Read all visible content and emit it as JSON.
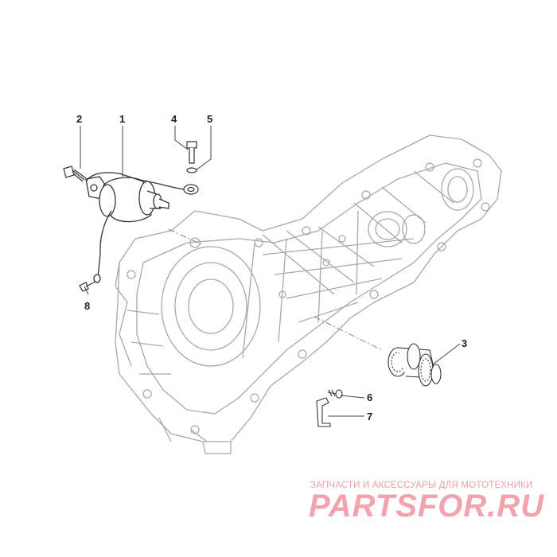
{
  "parts": {
    "starter_motor": "1",
    "screw_starter": "2",
    "gear_assembly": "3",
    "bolt_top": "4",
    "washer": "5",
    "screw_clip": "6",
    "clip": "7",
    "screw_cable": "8"
  },
  "watermark": {
    "tagline": "ЗАПЧАСТИ И АКСЕССУАРЫ ДЛЯ МОТОТЕХНИКИ",
    "brand": "PARTSFOR.RU"
  },
  "colors": {
    "line": "#9a9a9a",
    "dark_line": "#333333",
    "watermark": "#f2a3ad"
  }
}
